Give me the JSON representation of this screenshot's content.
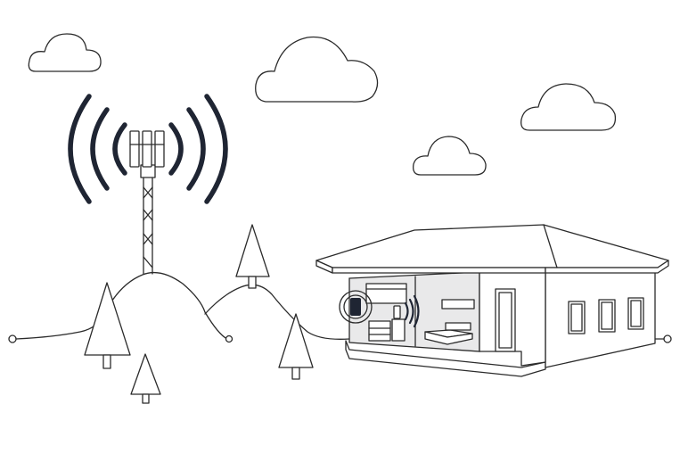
{
  "scene": {
    "elements": [
      "cloud",
      "cloud",
      "cloud",
      "cloud",
      "cell-tower",
      "signal-waves",
      "hill",
      "hill",
      "tree",
      "tree",
      "tree",
      "tree",
      "house",
      "signal-booster"
    ],
    "colors": {
      "stroke": "#2b2b2b",
      "signal": "#1f2533",
      "interior": "#e9e9ea",
      "background": "#ffffff"
    }
  }
}
